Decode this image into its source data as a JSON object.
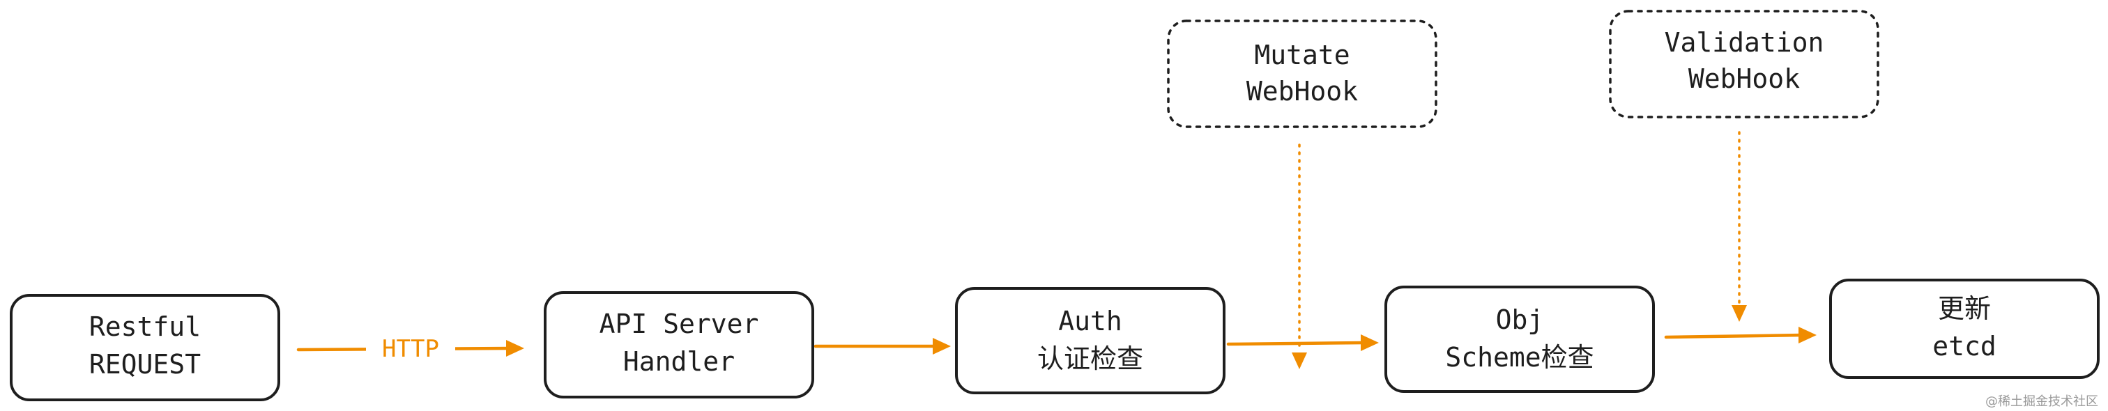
{
  "nodes": {
    "restful_request": {
      "line1": "Restful",
      "line2": "REQUEST"
    },
    "api_server_handler": {
      "line1": "API Server",
      "line2": "Handler"
    },
    "auth": {
      "line1": "Auth",
      "line2": "认证检查"
    },
    "obj_scheme": {
      "line1": "Obj",
      "line2": "Scheme检查"
    },
    "update_etcd": {
      "line1": "更新",
      "line2": "etcd"
    },
    "mutate_webhook": {
      "line1": "Mutate",
      "line2": "WebHook"
    },
    "validation_webhook": {
      "line1": "Validation",
      "line2": "WebHook"
    }
  },
  "edges": {
    "http_label": "HTTP"
  },
  "colors": {
    "stroke": "#1e1e1e",
    "arrow": "#f08c00",
    "background": "#ffffff"
  },
  "watermark": "@稀土掘金技术社区"
}
